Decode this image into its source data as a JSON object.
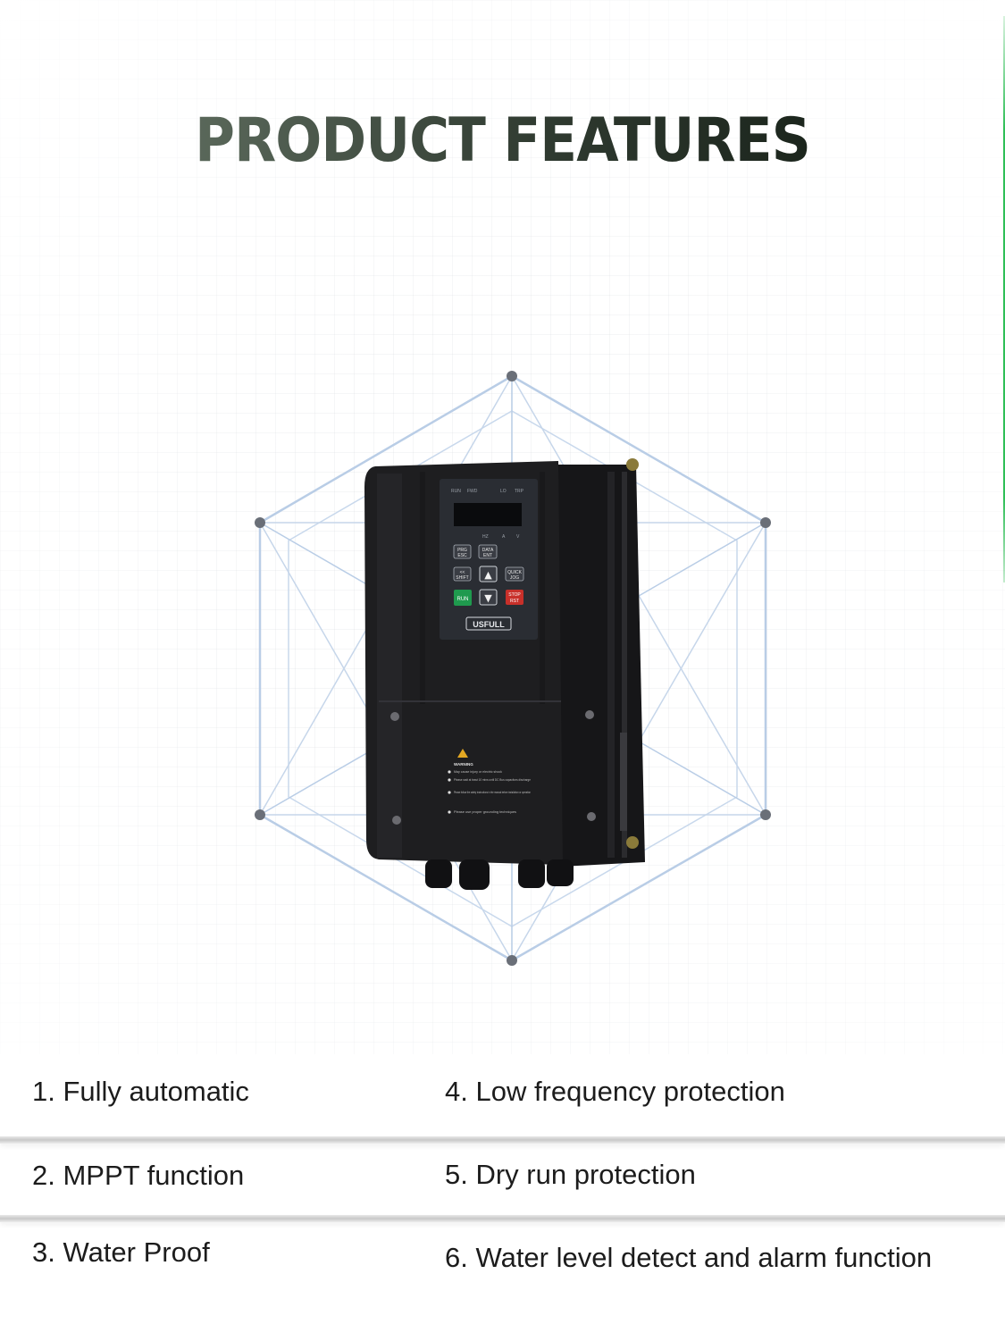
{
  "page": {
    "title": "PRODUCT FEATURES"
  },
  "product": {
    "brand": "USFULL",
    "indicators": [
      "RUN",
      "FWD",
      "LO",
      "TRP"
    ],
    "unit_labels": [
      "HZ",
      "A",
      "V"
    ],
    "keys": {
      "prg_esc": [
        "PRG",
        "ESC"
      ],
      "data_ent": [
        "DATA",
        "ENT"
      ],
      "shift": [
        "<<",
        "SHIFT"
      ],
      "up": "▲",
      "quick_jog": [
        "QUICK",
        "JOG"
      ],
      "run": "RUN",
      "down": "▼",
      "stop_rst": [
        "STOP",
        "RST"
      ]
    },
    "warning_title": "WARNING",
    "warning_lines": [
      "May cause injury or electric shock",
      "Please wait at least 10 mins until DC Bus capacitors discharge",
      "Please follow the safety instructions in the manual before installation or operation",
      "Please use proper grounding techniques"
    ]
  },
  "features": [
    {
      "left": "1. Fully automatic",
      "right": "4. Low frequency protection"
    },
    {
      "left": "2. MPPT function",
      "right": "5. Dry run protection"
    },
    {
      "left": "3. Water Proof",
      "right": "6. Water level detect and alarm function"
    }
  ],
  "colors": {
    "accent_green": "#2fbf57",
    "hexagon_line": "#b9cde6",
    "device_body": "#1c1c1e",
    "run_key": "#1f9a4e",
    "stop_key": "#c8302a"
  }
}
